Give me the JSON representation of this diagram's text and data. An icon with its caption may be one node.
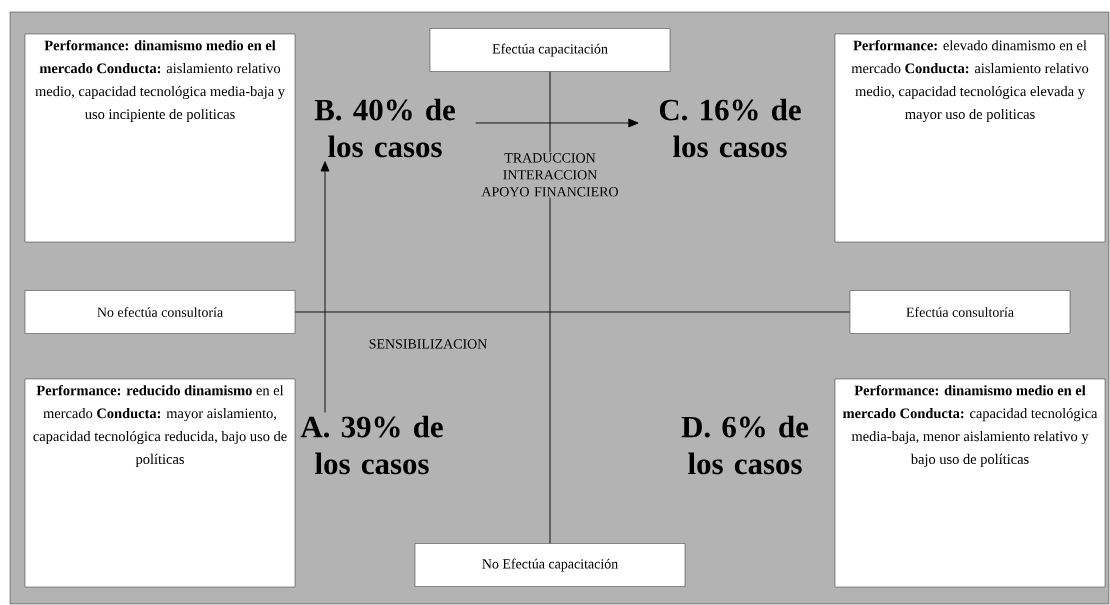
{
  "diagram": {
    "nodes": [
      {
        "text": [
          "**Performance: dinamismo medio en el mercado** **Conducta:** aislamiento relativo medio, capacidad tecnológica media-baja y uso incipiente de politicas"
        ]
      },
      {
        "text": [
          "Efectúa capacitación"
        ]
      },
      {
        "text": [
          "**Performance:** elevado dinamismo en el mercado **Conducta:** aislamiento relativo medio, capacidad tecnológica elevada y mayor uso de politicas"
        ]
      },
      {
        "text": [
          "B. 40% de los casos"
        ]
      },
      {
        "text": [
          "C. 16% de los casos"
        ]
      },
      {
        "text": [
          "No efectúa consultoría"
        ]
      },
      {
        "text": [
          "Efectúa consultoría"
        ]
      },
      {
        "text": [
          "**Performance: reducido dinamismo** en el mercado **Conducta:** mayor aislamiento, capacidad tecnológica reducida, bajo uso de políticas"
        ]
      },
      {
        "text": [
          "A. 39% de los casos"
        ]
      },
      {
        "text": [
          "D. 6% de los casos"
        ]
      },
      {
        "text": [
          "No Efectúa capacitación"
        ]
      },
      {
        "text": [
          "**Performance: dinamismo medio en el mercado** **Conducta:** capacidad tecnológica media-baja, menor aislamiento relativo y bajo uso de políticas"
        ]
      }
    ],
    "edges": [
      {
        "from": 1,
        "to": 10,
        "arrow": "none"
      },
      {
        "from": 5,
        "to": 6,
        "arrow": "none"
      },
      {
        "from": 8,
        "to": 3,
        "arrow": "to",
        "label": "SENSIBILIZACION"
      },
      {
        "from": 3,
        "to": 4,
        "arrow": "to"
      }
    ],
    "labels": [
      "TRADUCCION INTERACCION APOYO FINANCIERO"
    ]
  }
}
